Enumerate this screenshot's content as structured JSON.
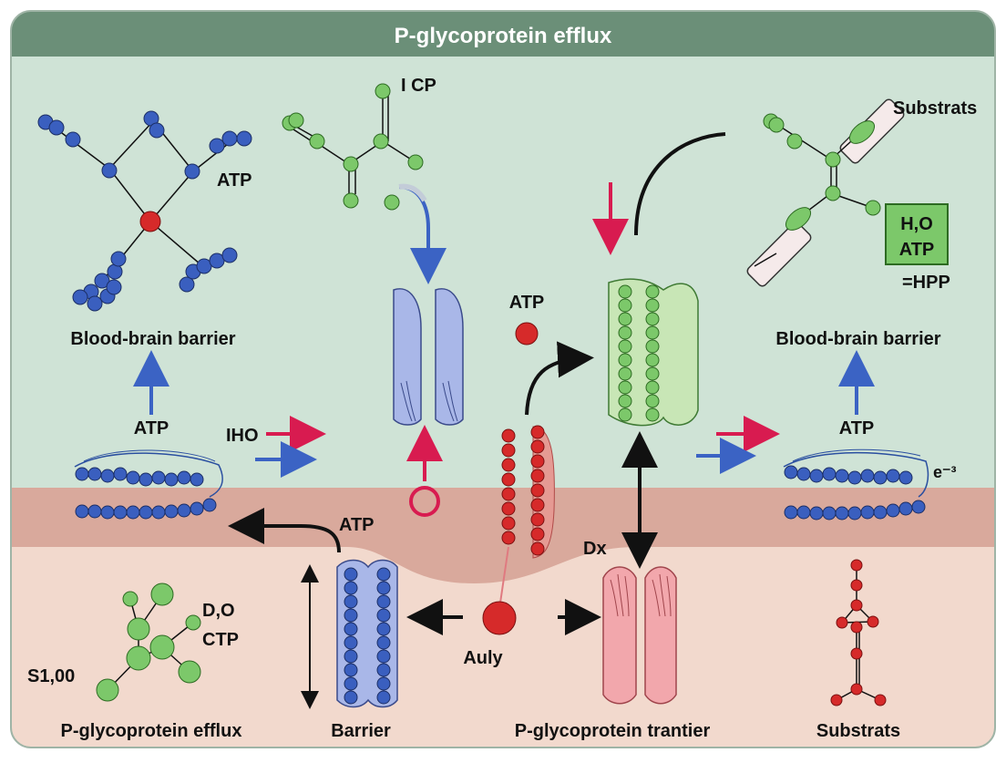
{
  "title": "P-glycoprotein efflux",
  "labels": {
    "icp": "I CP",
    "atp_top_left": "ATP",
    "substrats_top_right": "Substrats",
    "box_h2o": "H,O",
    "box_atp": "ATP",
    "hpp": "=HPP",
    "atp_mid": "ATP",
    "bbb_left": "Blood-brain barrier",
    "bbb_right": "Blood-brain barrier",
    "atp_left_arrow": "ATP",
    "iho": "IHO",
    "atp_right_arrow": "ATP",
    "e_label": "e⁻³",
    "atp_lower": "ATP",
    "dx": "Dx",
    "do_label": "D,O",
    "ctp": "CTP",
    "s100": "S1,00",
    "auly": "Auly",
    "bottom_1": "P-glycoprotein efflux",
    "bottom_2": "Barrier",
    "bottom_3": "P-glycoprotein trantier",
    "bottom_4": "Substrats"
  },
  "colors": {
    "title_bar": "#6b8f78",
    "upper_bg": "#cfe3d6",
    "membrane": "#d9a99c",
    "lower_bg": "#f2d9cd",
    "blue_atom": "#3a5fbf",
    "green_atom": "#7cc86a",
    "red_atom": "#d62a2a",
    "arrow_red": "#d81b50",
    "arrow_blue": "#3b63c4",
    "protein_blue": "#a9b7e8",
    "protein_green": "#c8e6b6",
    "protein_pink": "#f2a7ac"
  }
}
